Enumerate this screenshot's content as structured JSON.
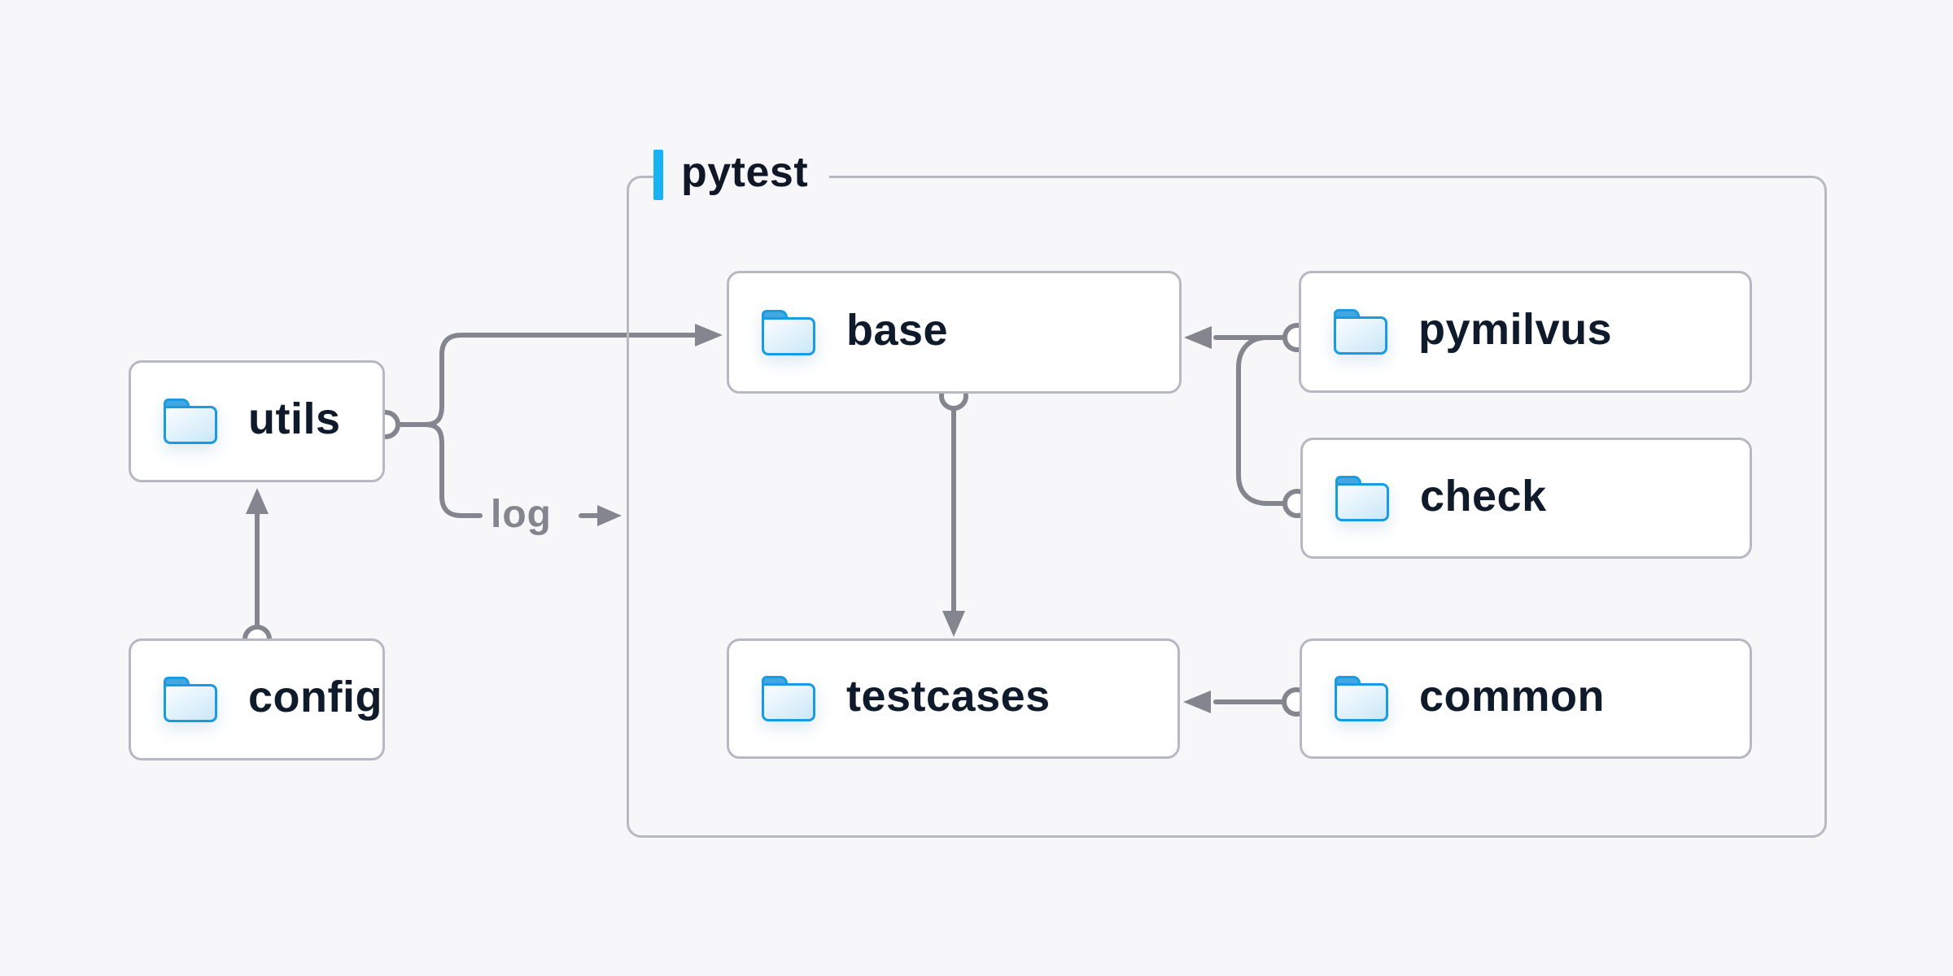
{
  "canvas": {
    "background": "#f7f7f9"
  },
  "container": {
    "label": "pytest",
    "accent_color": "#1ab1f5"
  },
  "nodes": {
    "utils": {
      "label": "utils",
      "icon": "folder-icon"
    },
    "config": {
      "label": "config",
      "icon": "folder-icon"
    },
    "base": {
      "label": "base",
      "icon": "folder-icon"
    },
    "pymilvus": {
      "label": "pymilvus",
      "icon": "folder-icon"
    },
    "check": {
      "label": "check",
      "icon": "folder-icon"
    },
    "testcases": {
      "label": "testcases",
      "icon": "folder-icon"
    },
    "common": {
      "label": "common",
      "icon": "folder-icon"
    }
  },
  "edges": {
    "log_label": "log",
    "list": [
      {
        "from": "config",
        "to": "utils",
        "type": "arrow"
      },
      {
        "from": "utils",
        "to": "base",
        "type": "arrow"
      },
      {
        "from": "utils",
        "to": "log",
        "type": "labeled-arrow",
        "label": "log"
      },
      {
        "from": "base",
        "to": "testcases",
        "type": "arrow"
      },
      {
        "from": "pymilvus",
        "to": "base",
        "type": "arrow"
      },
      {
        "from": "check",
        "to": "base",
        "type": "arrow"
      },
      {
        "from": "common",
        "to": "testcases",
        "type": "arrow"
      }
    ]
  },
  "colors": {
    "background": "#f7f7f9",
    "connector_gray": "#84858f",
    "node_border_gray": "#b7b8c2",
    "node_text_navy": "#0f1a2a",
    "folder_blue": "#189be3",
    "accent_blue": "#1ab1f5"
  }
}
